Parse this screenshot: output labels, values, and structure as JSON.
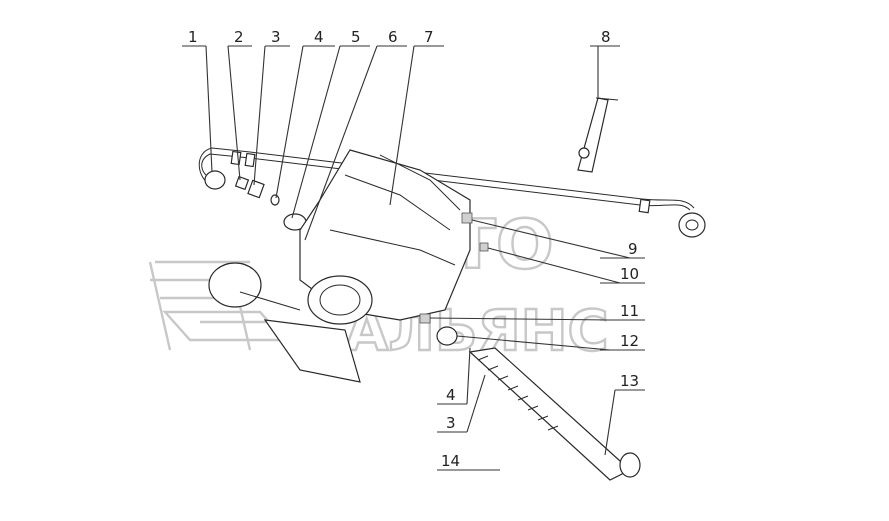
{
  "watermark": {
    "line1": "АВТО",
    "line2": "АЛЬЯНС"
  },
  "callouts": [
    {
      "id": "1",
      "label": "1"
    },
    {
      "id": "2",
      "label": "2"
    },
    {
      "id": "3",
      "label": "3"
    },
    {
      "id": "4",
      "label": "4"
    },
    {
      "id": "5",
      "label": "5"
    },
    {
      "id": "6",
      "label": "6"
    },
    {
      "id": "7",
      "label": "7"
    },
    {
      "id": "8",
      "label": "8"
    },
    {
      "id": "9",
      "label": "9"
    },
    {
      "id": "10",
      "label": "10"
    },
    {
      "id": "11",
      "label": "11"
    },
    {
      "id": "12",
      "label": "12"
    },
    {
      "id": "13",
      "label": "13"
    },
    {
      "id": "4b",
      "label": "4"
    },
    {
      "id": "3b",
      "label": "3"
    },
    {
      "id": "14",
      "label": "14"
    }
  ],
  "colors": {
    "line": "#222222",
    "watermark": "#c8c8c8",
    "background": "#ffffff"
  }
}
